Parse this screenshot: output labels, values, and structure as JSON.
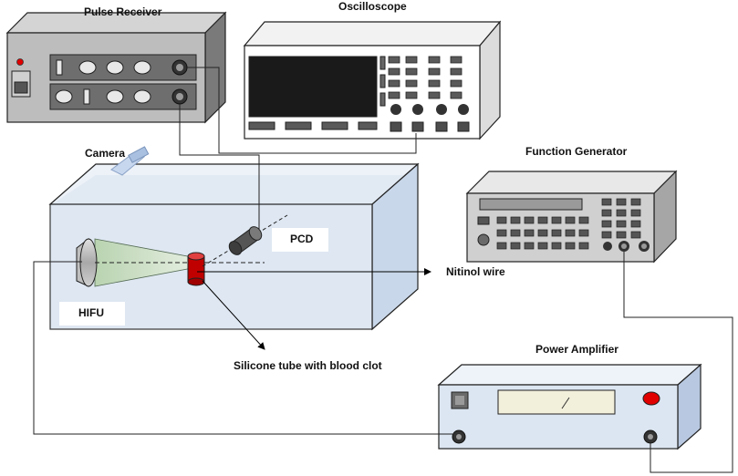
{
  "labels": {
    "pulse_receiver": "Pulse Receiver",
    "oscilloscope": "Oscilloscope",
    "camera": "Camera",
    "function_generator": "Function Generator",
    "pcd": "PCD",
    "hifu": "HIFU",
    "nitinol_wire": "Nitinol wire",
    "silicone_tube": "Silicone tube with blood clot",
    "power_amplifier": "Power Amplifier"
  },
  "colors": {
    "device_body": "#bfbfbf",
    "device_dark": "#4d4d4d",
    "screen": "#1a1a1a",
    "water_tank": "#dbe5f1",
    "tube_red": "#c00000",
    "power_amp_body": "#dce6f2",
    "power_led": "#e00000",
    "pulse_led": "#e00000"
  }
}
